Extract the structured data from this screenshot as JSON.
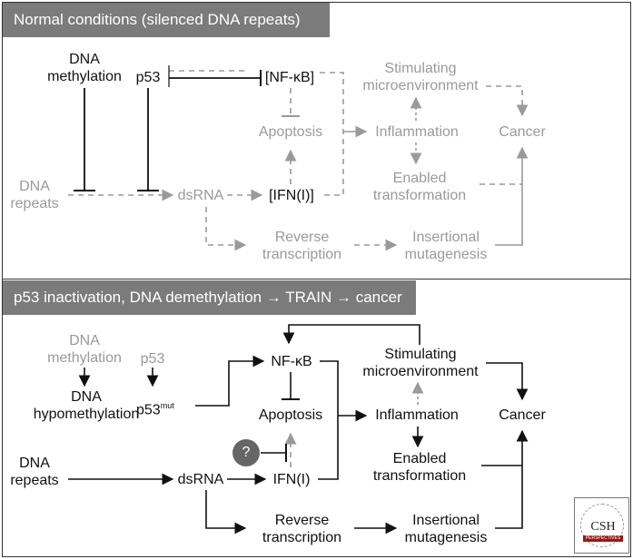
{
  "panels": {
    "top_title": "Normal conditions (silenced DNA repeats)",
    "bottom_title": "p53 inactivation, DNA demethylation → TRAIN →  cancer"
  },
  "top": {
    "dna_methylation": [
      "DNA",
      "methylation"
    ],
    "p53": "p53",
    "nfkb": "[NF-κB]",
    "apoptosis": "Apoptosis",
    "inflammation": "Inflammation",
    "stimulating": [
      "Stimulating",
      "microenvironment"
    ],
    "cancer": "Cancer",
    "enabled": [
      "Enabled",
      "transformation"
    ],
    "dna_repeats": [
      "DNA",
      "repeats"
    ],
    "dsrna": "dsRNA",
    "ifn": "[IFN(I)]",
    "reverse": [
      "Reverse",
      "transcription"
    ],
    "insertional": [
      "Insertional",
      "mutagenesis"
    ]
  },
  "bottom": {
    "dna_methylation": [
      "DNA",
      "methylation"
    ],
    "p53": "p53",
    "dna_hypomethylation": [
      "DNA",
      "hypomethylation"
    ],
    "p53mut_base": "p53",
    "p53mut_sup": "mut",
    "nfkb": "NF-κB",
    "apoptosis": "Apoptosis",
    "inflammation": "Inflammation",
    "stimulating": [
      "Stimulating",
      "microenvironment"
    ],
    "cancer": "Cancer",
    "enabled": [
      "Enabled",
      "transformation"
    ],
    "dna_repeats": [
      "DNA",
      "repeats"
    ],
    "dsrna": "dsRNA",
    "ifn": "IFN(I)",
    "question": "?",
    "reverse": [
      "Reverse",
      "transcription"
    ],
    "insertional": [
      "Insertional",
      "mutagenesis"
    ]
  },
  "logo": {
    "text": "CSH",
    "ribbon": "PERSPECTIVES"
  },
  "colors": {
    "header_bg": "#7b7b7b",
    "gray_text": "#9a9a9a",
    "dark_text": "#111111",
    "logo_red": "#a01515"
  }
}
